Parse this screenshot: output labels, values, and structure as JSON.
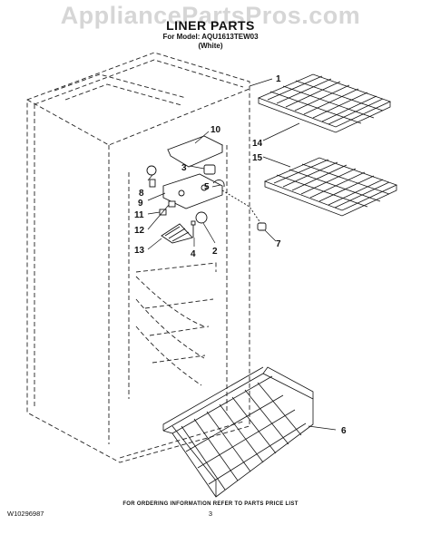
{
  "header": {
    "watermark": "AppliancePartsPros.com",
    "title": "LINER PARTS",
    "model_line": "For Model: AQU1613TEW03",
    "color_line": "(White)"
  },
  "callouts": [
    {
      "id": "1",
      "label": "1"
    },
    {
      "id": "2",
      "label": "2"
    },
    {
      "id": "3",
      "label": "3"
    },
    {
      "id": "4",
      "label": "4"
    },
    {
      "id": "5",
      "label": "5"
    },
    {
      "id": "6",
      "label": "6"
    },
    {
      "id": "7",
      "label": "7"
    },
    {
      "id": "8",
      "label": "8"
    },
    {
      "id": "9",
      "label": "9"
    },
    {
      "id": "10",
      "label": "10"
    },
    {
      "id": "11",
      "label": "11"
    },
    {
      "id": "12",
      "label": "12"
    },
    {
      "id": "13",
      "label": "13"
    },
    {
      "id": "14",
      "label": "14"
    },
    {
      "id": "15",
      "label": "15"
    }
  ],
  "footer": {
    "order_note": "FOR ORDERING INFORMATION REFER TO PARTS PRICE LIST",
    "doc_number": "W10296987",
    "page_number": "3"
  }
}
